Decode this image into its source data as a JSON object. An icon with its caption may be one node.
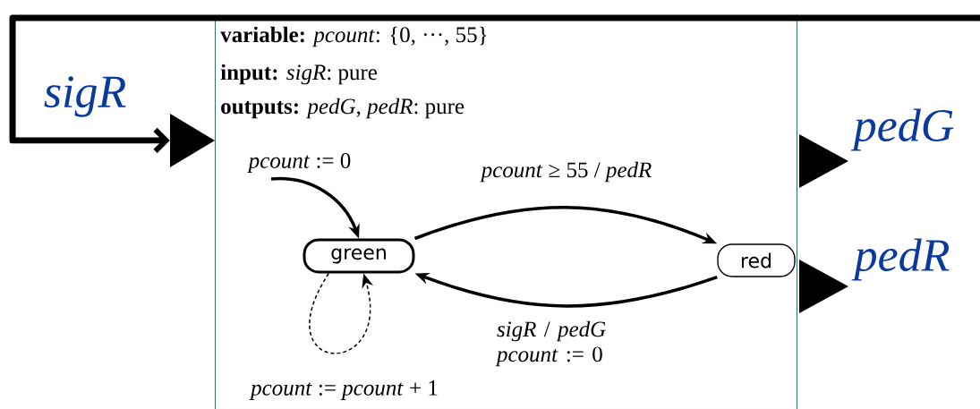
{
  "diagram": {
    "nodes": [
      {
        "text": [
          "**variable:** *pcount*: {0, ···, 55}",
          "**input:** *sigR*: pure",
          "**outputs:** *pedG*, *pedR*: pure"
        ]
      },
      {
        "text": [
          "green"
        ],
        "in": 0
      },
      {
        "text": [
          "red"
        ],
        "in": 0
      },
      {
        "text": [],
        "shape": "triangle",
        "beside": [
          "sigR"
        ]
      },
      {
        "text": [],
        "shape": "triangle",
        "beside": [
          "pedG"
        ]
      },
      {
        "text": [],
        "shape": "triangle",
        "beside": [
          "pedR"
        ]
      }
    ],
    "edges": [
      {
        "from": null,
        "to": 1,
        "arrow": "to",
        "label": "*pcount* := 0"
      },
      {
        "from": 1,
        "to": 2,
        "arrow": "to",
        "label": "*pcount* ≥ 55 / *pedR*"
      },
      {
        "from": 2,
        "to": 1,
        "arrow": "to",
        "label": "*sigR* / *pedG* *pcount* := 0"
      },
      {
        "from": 1,
        "to": 1,
        "arrow": "to",
        "style": "dashed",
        "label": "*pcount* := *pcount* + 1"
      },
      {
        "from": null,
        "to": 3,
        "arrow": "to",
        "style": "thick"
      }
    ]
  }
}
